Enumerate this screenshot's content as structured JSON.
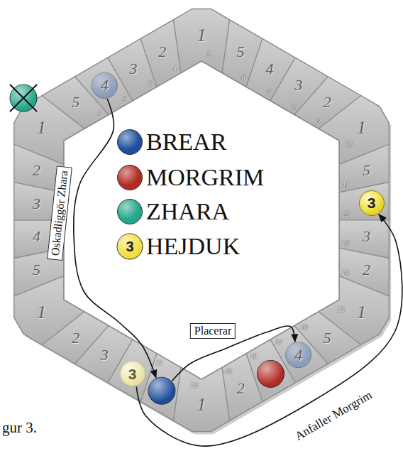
{
  "diagram": {
    "caption": "gur 3.",
    "nodes": [
      {
        "text": [
          "3"
        ]
      },
      {
        "text": [
          "3"
        ]
      }
    ],
    "edges": [
      {
        "from": 1,
        "to": 0,
        "arrow": "to",
        "label": "Anfaller Morgrim"
      }
    ],
    "labels": [
      "Oskadliggör Zhara",
      "Placerar",
      "3",
      "1",
      "5",
      "5",
      "6",
      "4",
      "7",
      "3",
      "8",
      "2",
      "9",
      "1",
      "10",
      "5",
      "11",
      "12",
      "3",
      "13",
      "2",
      "14",
      "1",
      "15",
      "5",
      "16",
      "4",
      "17",
      "18",
      "2",
      "19",
      "1",
      "20",
      "21",
      "3",
      "2",
      "1",
      "5",
      "4",
      "3",
      "2",
      "1",
      "5",
      "1",
      "4",
      "2",
      "3",
      "3",
      "2",
      "4"
    ],
    "legend": [
      {
        "text": "BREAR",
        "color": "#1d4f9e"
      },
      {
        "text": "MORGRIM",
        "color": "#b22a22"
      },
      {
        "text": "ZHARA",
        "color": "#23a78a"
      },
      {
        "text": "HEJDUK"
      }
    ]
  }
}
